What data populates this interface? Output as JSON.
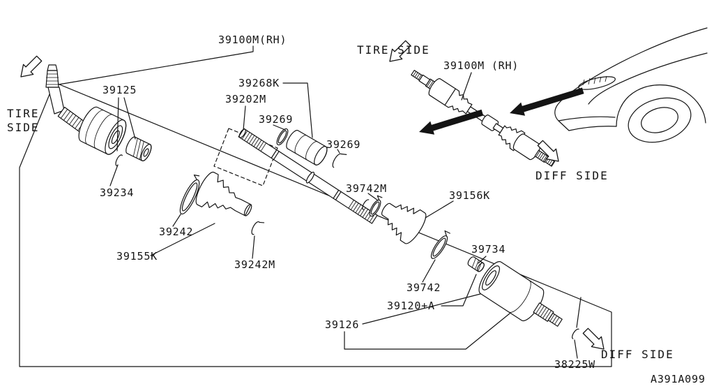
{
  "page": {
    "background": "#ffffff",
    "ink_color": "#141414"
  },
  "labels": {
    "main_assembly": "39100M(RH)",
    "assembled_axle": "39100M (RH)",
    "tire_word": "TIRE",
    "side_word": "SIDE",
    "tire_side": "TIRE SIDE",
    "diff_side_upper": "DIFF SIDE",
    "diff_side_lower": "DIFF SIDE",
    "p_39125": "39125",
    "p_39234": "39234",
    "p_39242": "39242",
    "p_39155K": "39155K",
    "p_39242M": "39242M",
    "p_39268K": "39268K",
    "p_39202M": "39202M",
    "p_39269_a": "39269",
    "p_39269_b": "39269",
    "p_39742M": "39742M",
    "p_39156K": "39156K",
    "p_39734": "39734",
    "p_39742": "39742",
    "p_39120A": "39120+A",
    "p_39126": "39126",
    "p_38225W": "38225W",
    "drawing_code": "A391A099"
  }
}
